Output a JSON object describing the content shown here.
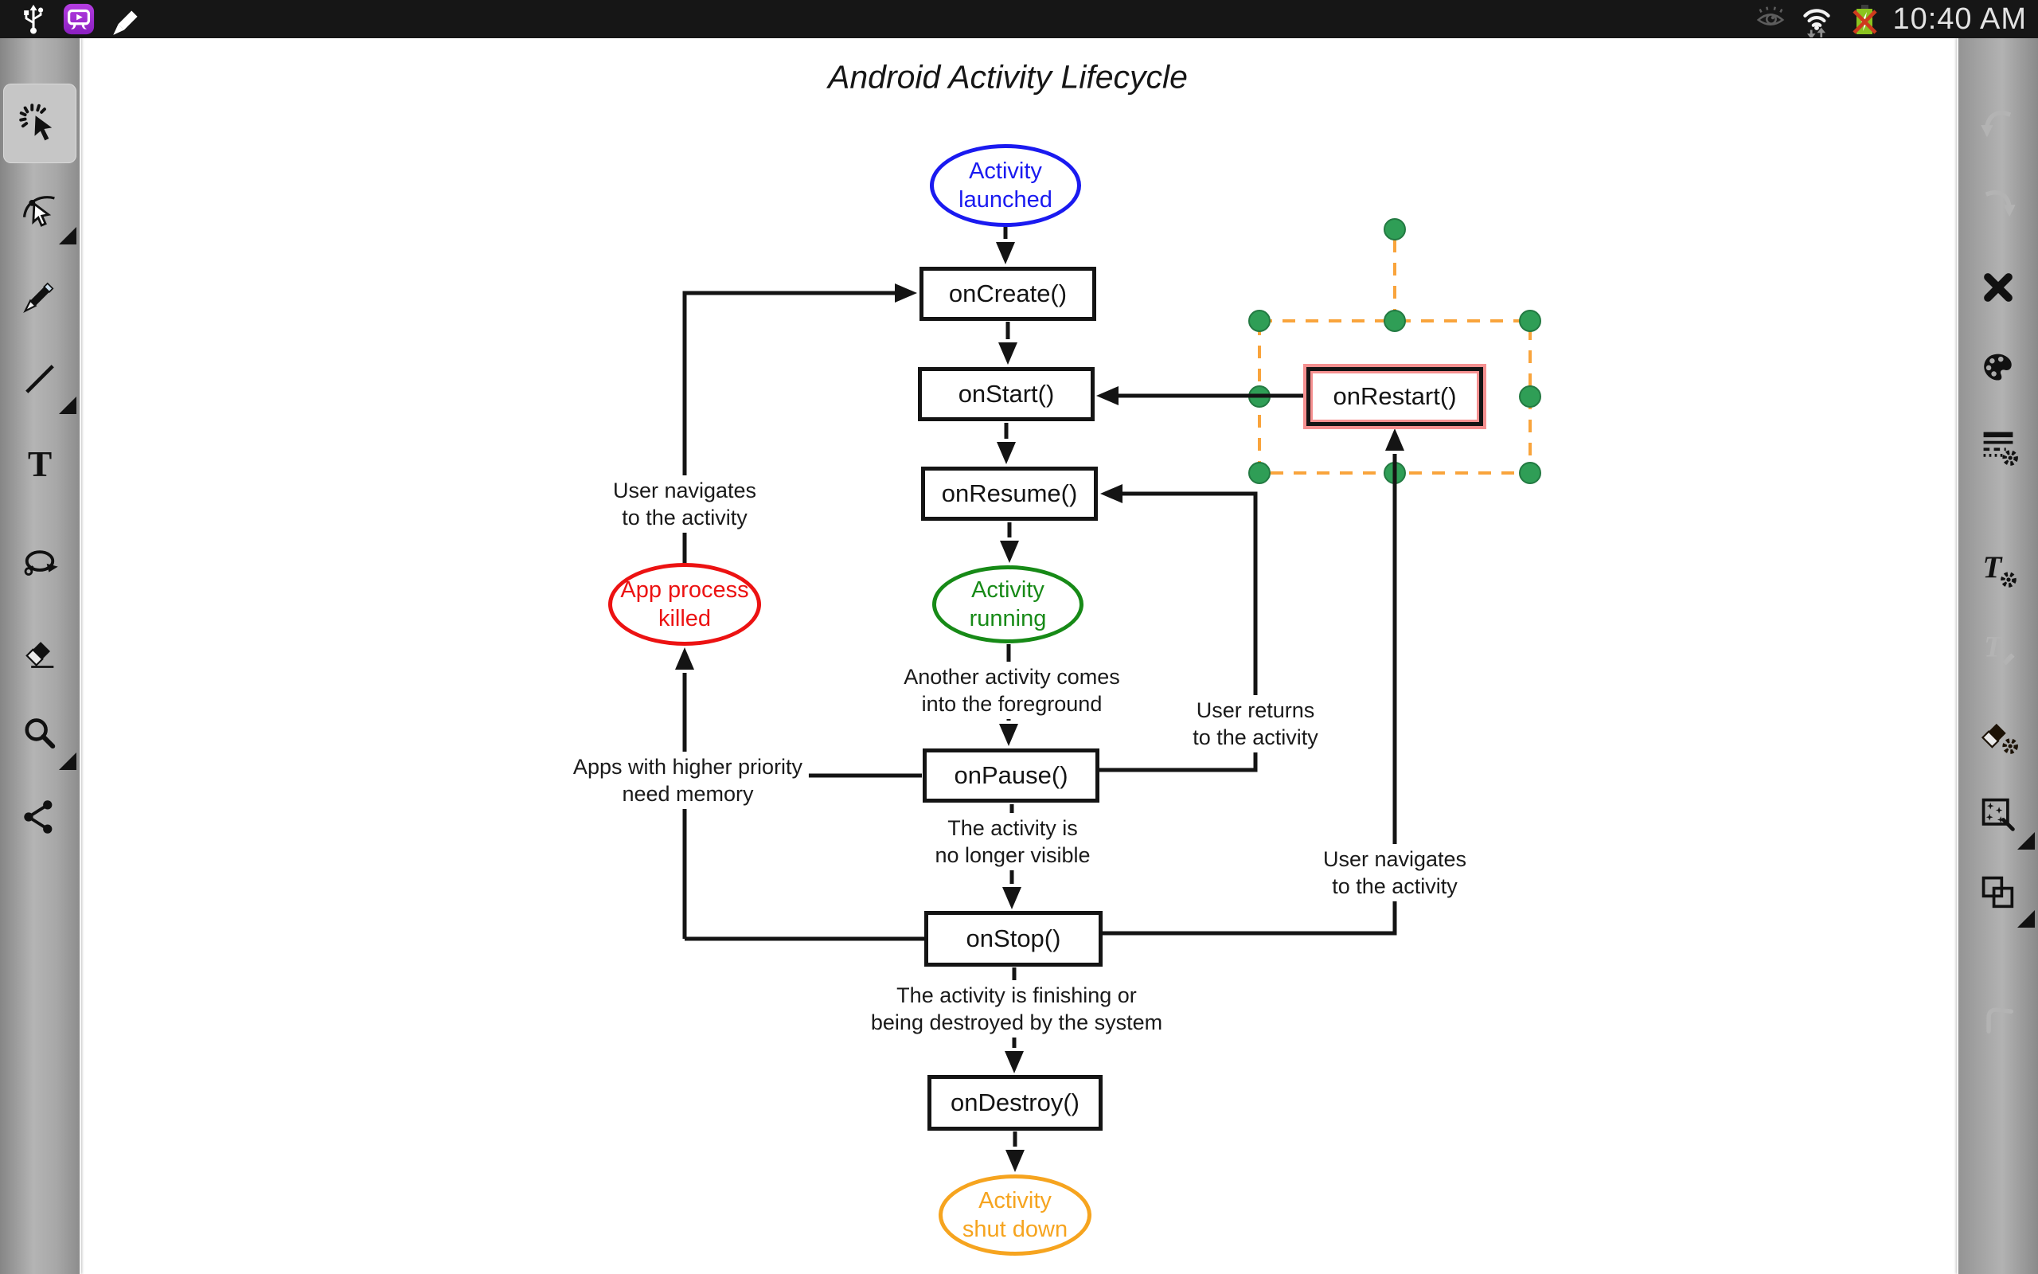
{
  "status_bar": {
    "time": "10:40 AM",
    "left_icons": [
      "usb-icon",
      "screenshare-app-icon",
      "pencil-icon"
    ],
    "right_icons": [
      "smart-stay-eye-icon",
      "wifi-icon",
      "battery-charge-error-icon"
    ]
  },
  "left_toolbar": {
    "tools": [
      {
        "name": "tap-select-tool",
        "selected": true,
        "submenu": false
      },
      {
        "name": "node-edit-tool",
        "selected": false,
        "submenu": true
      },
      {
        "name": "pencil-tool",
        "selected": false,
        "submenu": false
      },
      {
        "name": "line-tool",
        "selected": false,
        "submenu": true
      },
      {
        "name": "text-tool",
        "selected": false,
        "submenu": false
      },
      {
        "name": "lasso-select-tool",
        "selected": false,
        "submenu": false
      },
      {
        "name": "eraser-tool",
        "selected": false,
        "submenu": false
      },
      {
        "name": "zoom-tool",
        "selected": false,
        "submenu": true
      },
      {
        "name": "share-tool",
        "selected": false,
        "submenu": false
      }
    ]
  },
  "right_toolbar": {
    "tools": [
      {
        "name": "undo-button",
        "disabled": true
      },
      {
        "name": "redo-button",
        "disabled": true
      },
      {
        "name": "delete-button",
        "disabled": false
      },
      {
        "name": "color-palette-button",
        "disabled": false
      },
      {
        "name": "line-style-settings",
        "disabled": false
      },
      {
        "name": "text-style-settings",
        "disabled": false
      },
      {
        "name": "text-edit-button",
        "disabled": true
      },
      {
        "name": "eraser-settings",
        "disabled": false
      },
      {
        "name": "effects-button",
        "disabled": false,
        "submenu": true
      },
      {
        "name": "duplicate-button",
        "disabled": false,
        "submenu": true
      },
      {
        "name": "corner-tool",
        "disabled": true
      }
    ]
  },
  "canvas": {
    "title": "Android Activity Lifecycle",
    "nodes": {
      "activity_launched": "Activity\nlaunched",
      "on_create": "onCreate()",
      "on_start": "onStart()",
      "on_resume": "onResume()",
      "on_restart": "onRestart()",
      "activity_running": "Activity\nrunning",
      "app_process_killed": "App process\nkilled",
      "on_pause": "onPause()",
      "on_stop": "onStop()",
      "on_destroy": "onDestroy()",
      "activity_shut_down": "Activity\nshut down"
    },
    "edge_labels": {
      "user_navigates_left": "User navigates\nto the activity",
      "another_activity_foreground": "Another activity comes\ninto the foreground",
      "user_returns": "User returns\nto the activity",
      "apps_need_memory": "Apps with higher priority\nneed memory",
      "activity_not_visible": "The activity is\nno longer visible",
      "user_navigates_right": "User navigates\nto the activity",
      "activity_finishing": "The activity is finishing or\nbeing destroyed by the system"
    },
    "colors": {
      "launched_blue": "#1a1af0",
      "running_green": "#178a17",
      "killed_red": "#ec1212",
      "shutdown_orange": "#f6a41f",
      "selection_dash_orange": "#f9a43c",
      "selection_handle_green": "#2f9e56",
      "selected_highlight_pink": "#f59090",
      "connector_black": "#141414"
    }
  }
}
